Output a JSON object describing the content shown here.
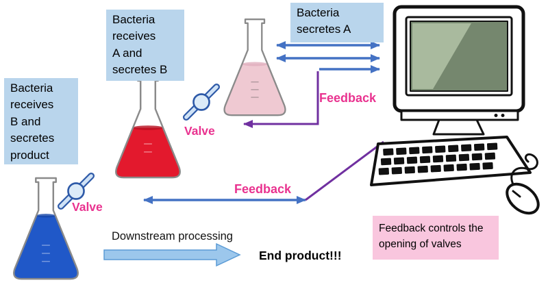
{
  "boxes": {
    "secretes_a": "Bacteria\nsecretes A",
    "receives_a": "Bacteria\nreceives\nA and\nsecretes B",
    "receives_b": "Bacteria\nreceives\nB and\nsecretes\nproduct",
    "feedback_controls": "Feedback controls the\nopening of valves"
  },
  "annotations": {
    "feedback_top": "Feedback",
    "feedback_bottom": "Feedback",
    "valve_top": "Valve",
    "valve_bottom": "Valve",
    "downstream_processing": "Downstream processing",
    "end_product": "End product!!!"
  },
  "icons": {
    "flask_a": "erlenmeyer-flask-pink",
    "flask_b": "erlenmeyer-flask-red",
    "flask_c": "erlenmeyer-flask-blue",
    "valve": "pipe-valve",
    "computer": "desktop-computer"
  },
  "colors": {
    "label_box_bg": "#b9d5ec",
    "pink_box_bg": "#f9c6de",
    "magenta_text": "#e9328f",
    "blue_arrow": "#4472c4",
    "purple_arrow": "#7030a0",
    "downstream_fill": "#9cc7ec",
    "downstream_stroke": "#5b9bd5",
    "flask_a_liquid": "#efc9d2",
    "flask_b_liquid": "#e3192d",
    "flask_c_liquid": "#2058c8",
    "flask_a_surface": "#e0aebd",
    "flask_b_surface": "#b81020",
    "flask_c_surface": "#1847a8"
  }
}
